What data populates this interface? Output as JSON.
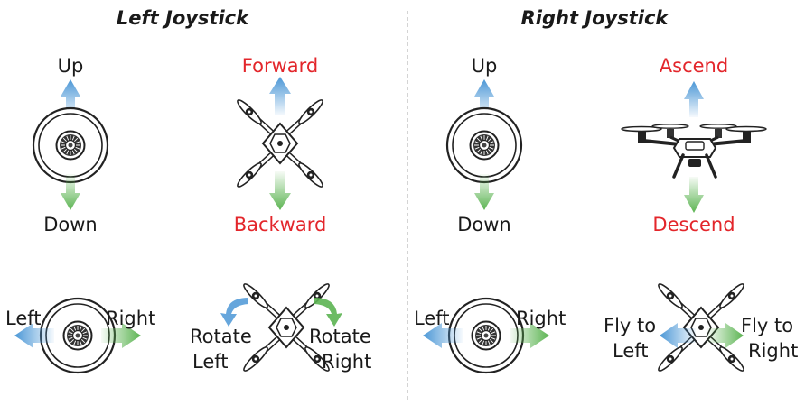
{
  "left_panel": {
    "title": "Left Joystick",
    "up": "Up",
    "down": "Down",
    "forward": "Forward",
    "backward": "Backward",
    "left": "Left",
    "right": "Right",
    "rotate_left": [
      "Rotate",
      "Left"
    ],
    "rotate_right": [
      "Rotate",
      "Right"
    ]
  },
  "right_panel": {
    "title": "Right Joystick",
    "up": "Up",
    "down": "Down",
    "ascend": "Ascend",
    "descend": "Descend",
    "left": "Left",
    "right": "Right",
    "fly_left": [
      "Fly to",
      "Left"
    ],
    "fly_right": [
      "Fly to",
      "Right"
    ]
  },
  "colors": {
    "label_text": "#1a1a1a",
    "accent_red": "#e3262b",
    "arrow_blue": "#4b97d6",
    "arrow_green": "#5cb452",
    "divider": "#b8b8b8"
  },
  "icons": {
    "joystick": "joystick-icon",
    "drone_top": "drone-top-view-icon",
    "drone_side": "drone-side-view-icon",
    "arrow": "arrow-icon"
  }
}
